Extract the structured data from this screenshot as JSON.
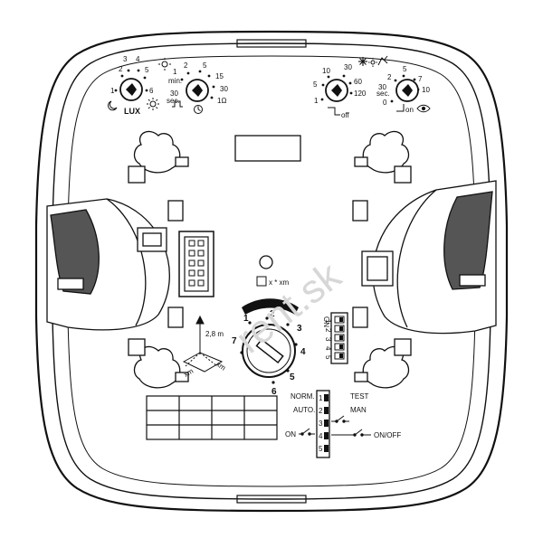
{
  "dial_lux": {
    "ticks": [
      "2",
      "3",
      "4",
      "5",
      "6",
      "1"
    ],
    "caption": "LUX"
  },
  "dial_time": {
    "ticks": [
      "1",
      "2",
      "5",
      "15",
      "30",
      "1Ω"
    ],
    "unit_min": "min.",
    "unit_sec": "sec.",
    "sec_value": "30"
  },
  "dial_delay": {
    "ticks": [
      "10",
      "30",
      "5",
      "60",
      "1",
      "120"
    ],
    "caption": "off"
  },
  "dial_on": {
    "ticks": [
      "2",
      "5",
      "7",
      "30",
      "10",
      "0"
    ],
    "unit_sec": "sec.",
    "caption": "on"
  },
  "range_dial": {
    "ticks": [
      "1",
      "2",
      "3",
      "4",
      "5",
      "6",
      "7"
    ],
    "label": "x * xm",
    "height": "2,8 m",
    "axis_a": "xm",
    "axis_b": "xm"
  },
  "dip_small": {
    "header": "ON",
    "numbers": [
      "1",
      "2",
      "3",
      "4",
      "5"
    ]
  },
  "dip_legend": {
    "numbers": [
      "1",
      "2",
      "3",
      "4",
      "5"
    ],
    "left": [
      "NORM.",
      "AUTO.",
      "ON"
    ],
    "right": [
      "TEST",
      "MAN",
      "ON/OFF"
    ]
  },
  "watermark": "rent.sk"
}
